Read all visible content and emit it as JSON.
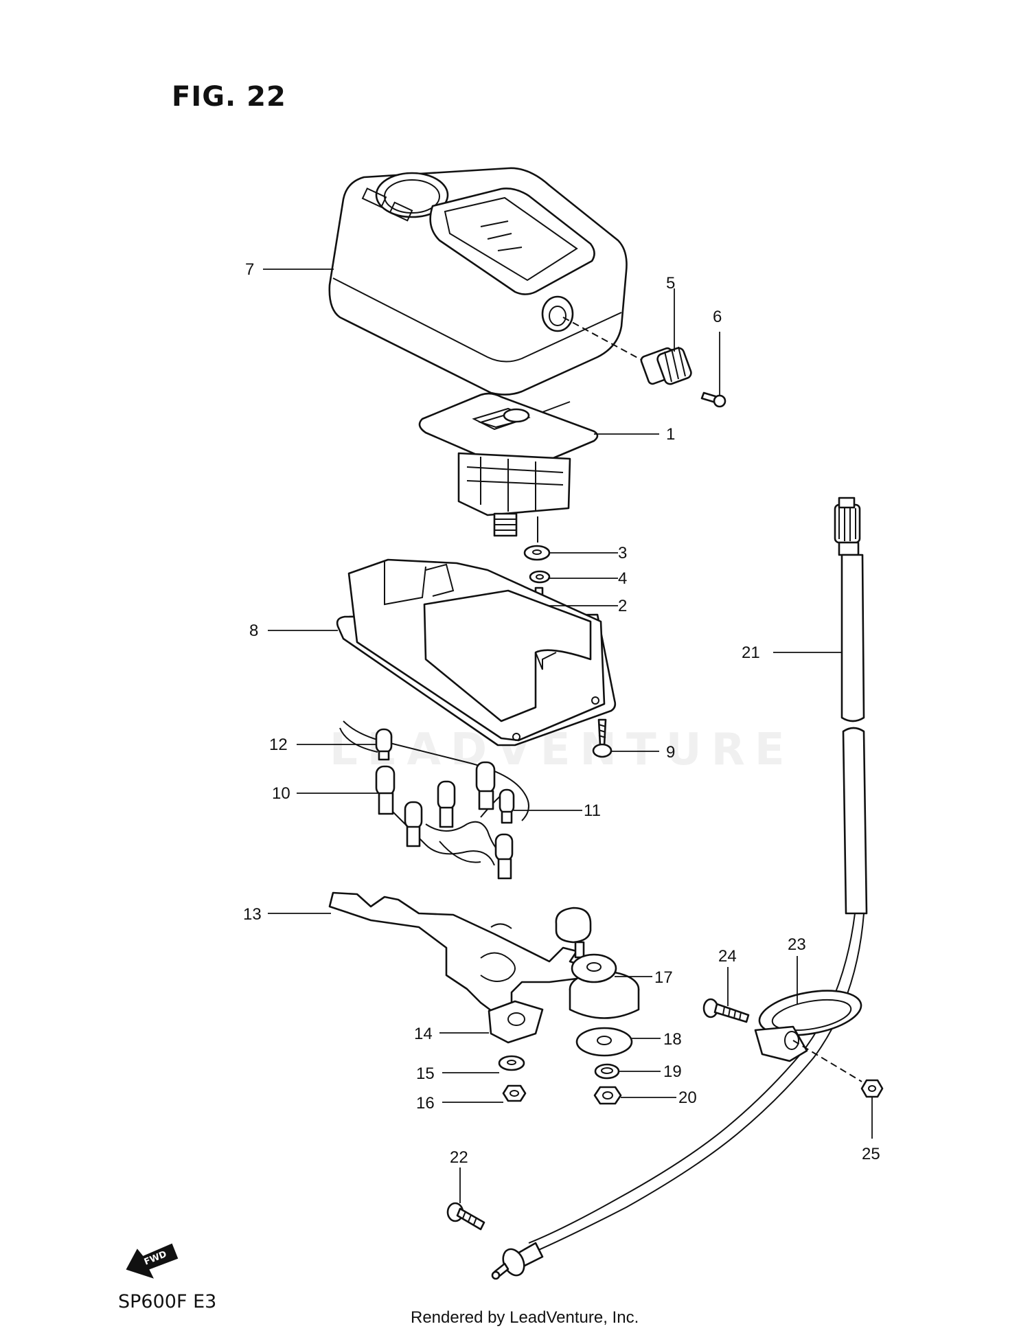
{
  "figure": {
    "title": "FIG. 22",
    "model_code": "SP600F  E3",
    "credit": "Rendered by LeadVenture, Inc.",
    "watermark": "LEADVENTURE",
    "fwd_arrow_label": "FWD"
  },
  "callouts": [
    {
      "part": "1",
      "label": "1"
    },
    {
      "part": "2",
      "label": "2"
    },
    {
      "part": "3",
      "label": "3"
    },
    {
      "part": "4",
      "label": "4"
    },
    {
      "part": "5",
      "label": "5"
    },
    {
      "part": "6",
      "label": "6"
    },
    {
      "part": "7",
      "label": "7"
    },
    {
      "part": "8",
      "label": "8"
    },
    {
      "part": "9",
      "label": "9"
    },
    {
      "part": "10",
      "label": "10"
    },
    {
      "part": "11",
      "label": "11"
    },
    {
      "part": "12",
      "label": "12"
    },
    {
      "part": "13",
      "label": "13"
    },
    {
      "part": "14",
      "label": "14"
    },
    {
      "part": "15",
      "label": "15"
    },
    {
      "part": "16",
      "label": "16"
    },
    {
      "part": "17",
      "label": "17"
    },
    {
      "part": "18",
      "label": "18"
    },
    {
      "part": "19",
      "label": "19"
    },
    {
      "part": "20",
      "label": "20"
    },
    {
      "part": "21",
      "label": "21"
    },
    {
      "part": "22",
      "label": "22"
    },
    {
      "part": "23",
      "label": "23"
    },
    {
      "part": "24",
      "label": "24"
    },
    {
      "part": "25",
      "label": "25"
    }
  ]
}
